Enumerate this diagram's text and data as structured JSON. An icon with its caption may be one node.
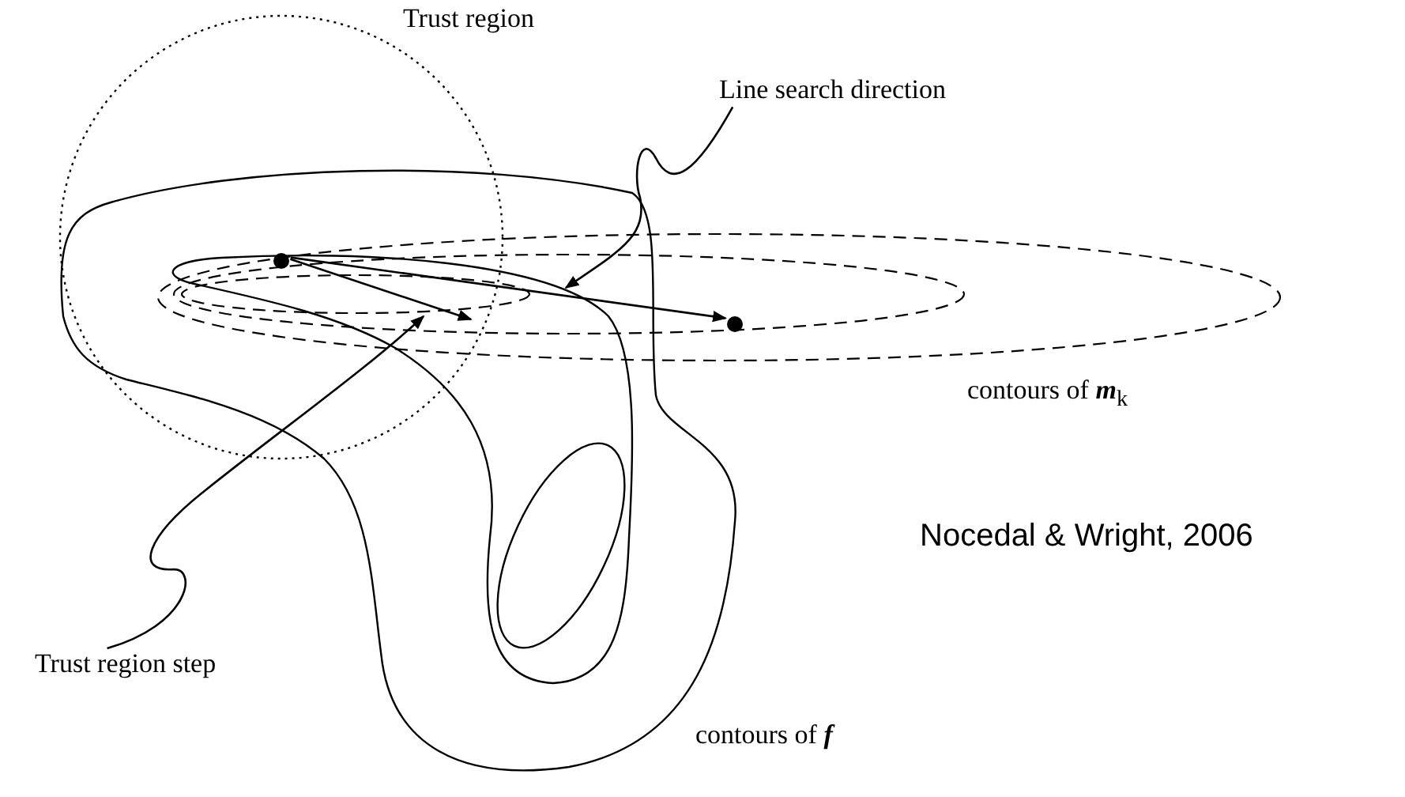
{
  "diagram": {
    "nodes": [
      {
        "text": [
          "Line search direction"
        ]
      },
      {
        "text": [
          "Trust region step"
        ]
      },
      {
        "text": [],
        "shape": "circle"
      },
      {
        "text": [],
        "shape": "circle"
      }
    ],
    "edges": [
      {
        "from": 2,
        "to": 3,
        "arrow": "to"
      },
      {
        "from": 2,
        "to": null,
        "arrow": "to"
      },
      {
        "from": 0,
        "to": null,
        "arrow": "to"
      },
      {
        "from": 1,
        "to": null,
        "arrow": "to"
      }
    ],
    "labels": [
      "Trust region",
      "contours of **m**$_{k}$",
      "contours of **f**",
      "Nocedal & Wright, 2006"
    ]
  }
}
